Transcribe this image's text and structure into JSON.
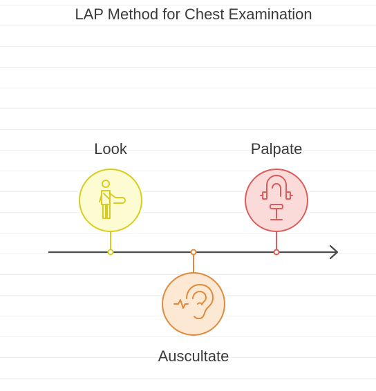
{
  "title": "LAP Method for Chest Examination",
  "steps": [
    {
      "label": "Look",
      "icon": "standing-person-icon",
      "color": "#d8cc1c",
      "fill": "#fdfbd2"
    },
    {
      "label": "Auscultate",
      "icon": "ear-icon",
      "color": "#e0893a",
      "fill": "#fde8d4"
    },
    {
      "label": "Palpate",
      "icon": "stethoscope-icon",
      "color": "#dc5b5b",
      "fill": "#fbdada"
    }
  ],
  "timeline_arrow_color": "#4a4a4a"
}
